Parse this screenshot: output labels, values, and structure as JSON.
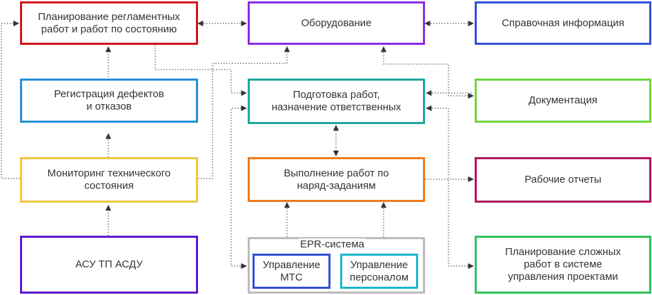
{
  "colors": {
    "red": "#d0121b",
    "purple": "#8a2be2",
    "blue": "#2f4fd6",
    "sky": "#1f8fd8",
    "teal": "#1aa89a",
    "green": "#6cd63a",
    "yellow": "#f2c53d",
    "orange": "#f07a1a",
    "magenta": "#b0125f",
    "green2": "#2ec257",
    "indigo": "#5b16d0",
    "grey": "#bbbbbb",
    "cyan": "#19b8c8",
    "connector": "#555555"
  },
  "nodes": {
    "planning": "Планирование регламентных\nработ и работ по состоянию",
    "equipment": "Оборудование",
    "reference": "Справочная информация",
    "defects": "Регистрация дефектов\nи отказов",
    "preparation": "Подготовка работ,\nназначение ответственных",
    "documentation": "Документация",
    "monitoring": "Мониторинг технического\nсостояния",
    "execution": "Выполнение работ по\nнаряд-заданиям",
    "reports": "Рабочие отчеты",
    "asu": "АСУ ТП АСДУ",
    "epr_title": "EPR-система",
    "mts": "Управление\nМТС",
    "personnel": "Управление\nперсоналом",
    "complex": "Планирование сложных\nработ в системе\nуправления проектами"
  }
}
